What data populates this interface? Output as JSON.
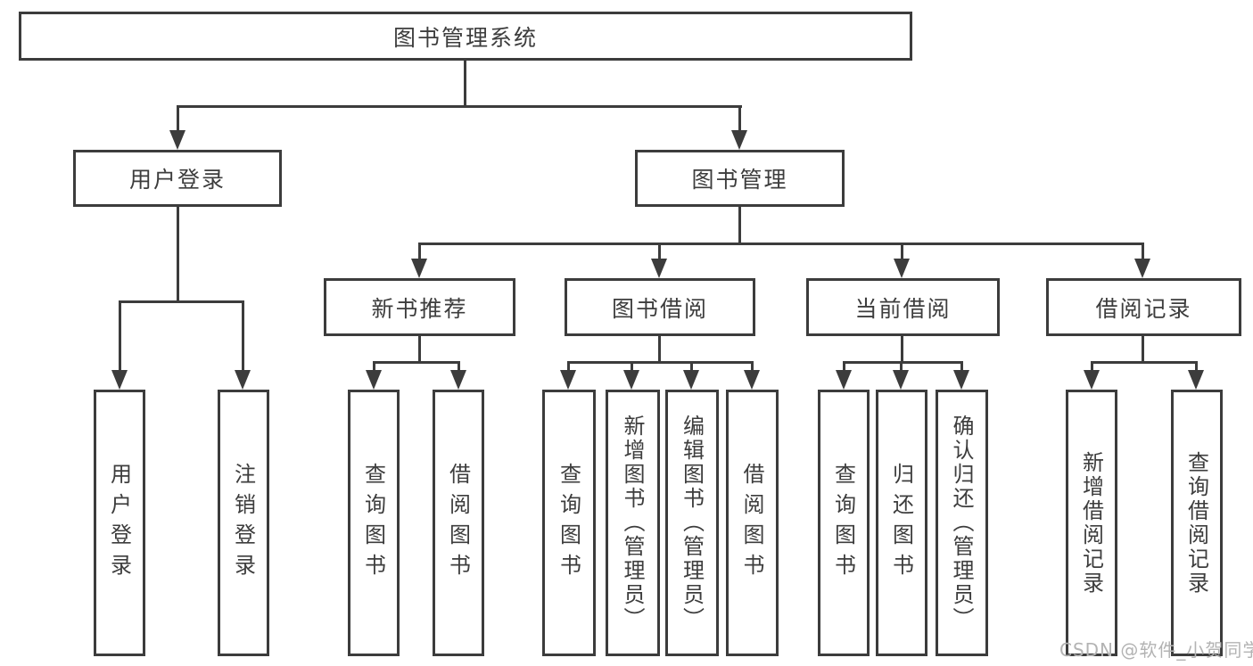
{
  "diagram": {
    "type": "hierarchy-tree",
    "colors": {
      "line": "#3c3c3c",
      "box_border": "#3c3c3c",
      "text": "#3d3d3d",
      "background": "#ffffff",
      "watermark": "#b3b3b3"
    },
    "watermark": "CSDN @软件_小贺同学",
    "nodes": {
      "root": {
        "label": "图书管理系统"
      },
      "level2": [
        {
          "label": "用户登录"
        },
        {
          "label": "图书管理"
        }
      ],
      "level3": [
        {
          "label": "新书推荐",
          "parent": "图书管理"
        },
        {
          "label": "图书借阅",
          "parent": "图书管理"
        },
        {
          "label": "当前借阅",
          "parent": "图书管理"
        },
        {
          "label": "借阅记录",
          "parent": "图书管理"
        }
      ],
      "leaves": [
        {
          "label": "用户登录",
          "parent": "用户登录"
        },
        {
          "label": "注销登录",
          "parent": "用户登录"
        },
        {
          "label": "查询图书",
          "parent": "新书推荐"
        },
        {
          "label": "借阅图书",
          "parent": "新书推荐"
        },
        {
          "label": "查询图书",
          "parent": "图书借阅"
        },
        {
          "label": "新增图书（管理员）",
          "parent": "图书借阅"
        },
        {
          "label": "编辑图书（管理员）",
          "parent": "图书借阅"
        },
        {
          "label": "借阅图书",
          "parent": "图书借阅"
        },
        {
          "label": "查询图书",
          "parent": "当前借阅"
        },
        {
          "label": "归还图书",
          "parent": "当前借阅"
        },
        {
          "label": "确认归还（管理员）",
          "parent": "当前借阅"
        },
        {
          "label": "新增借阅记录",
          "parent": "借阅记录"
        },
        {
          "label": "查询借阅记录",
          "parent": "借阅记录"
        }
      ]
    }
  }
}
